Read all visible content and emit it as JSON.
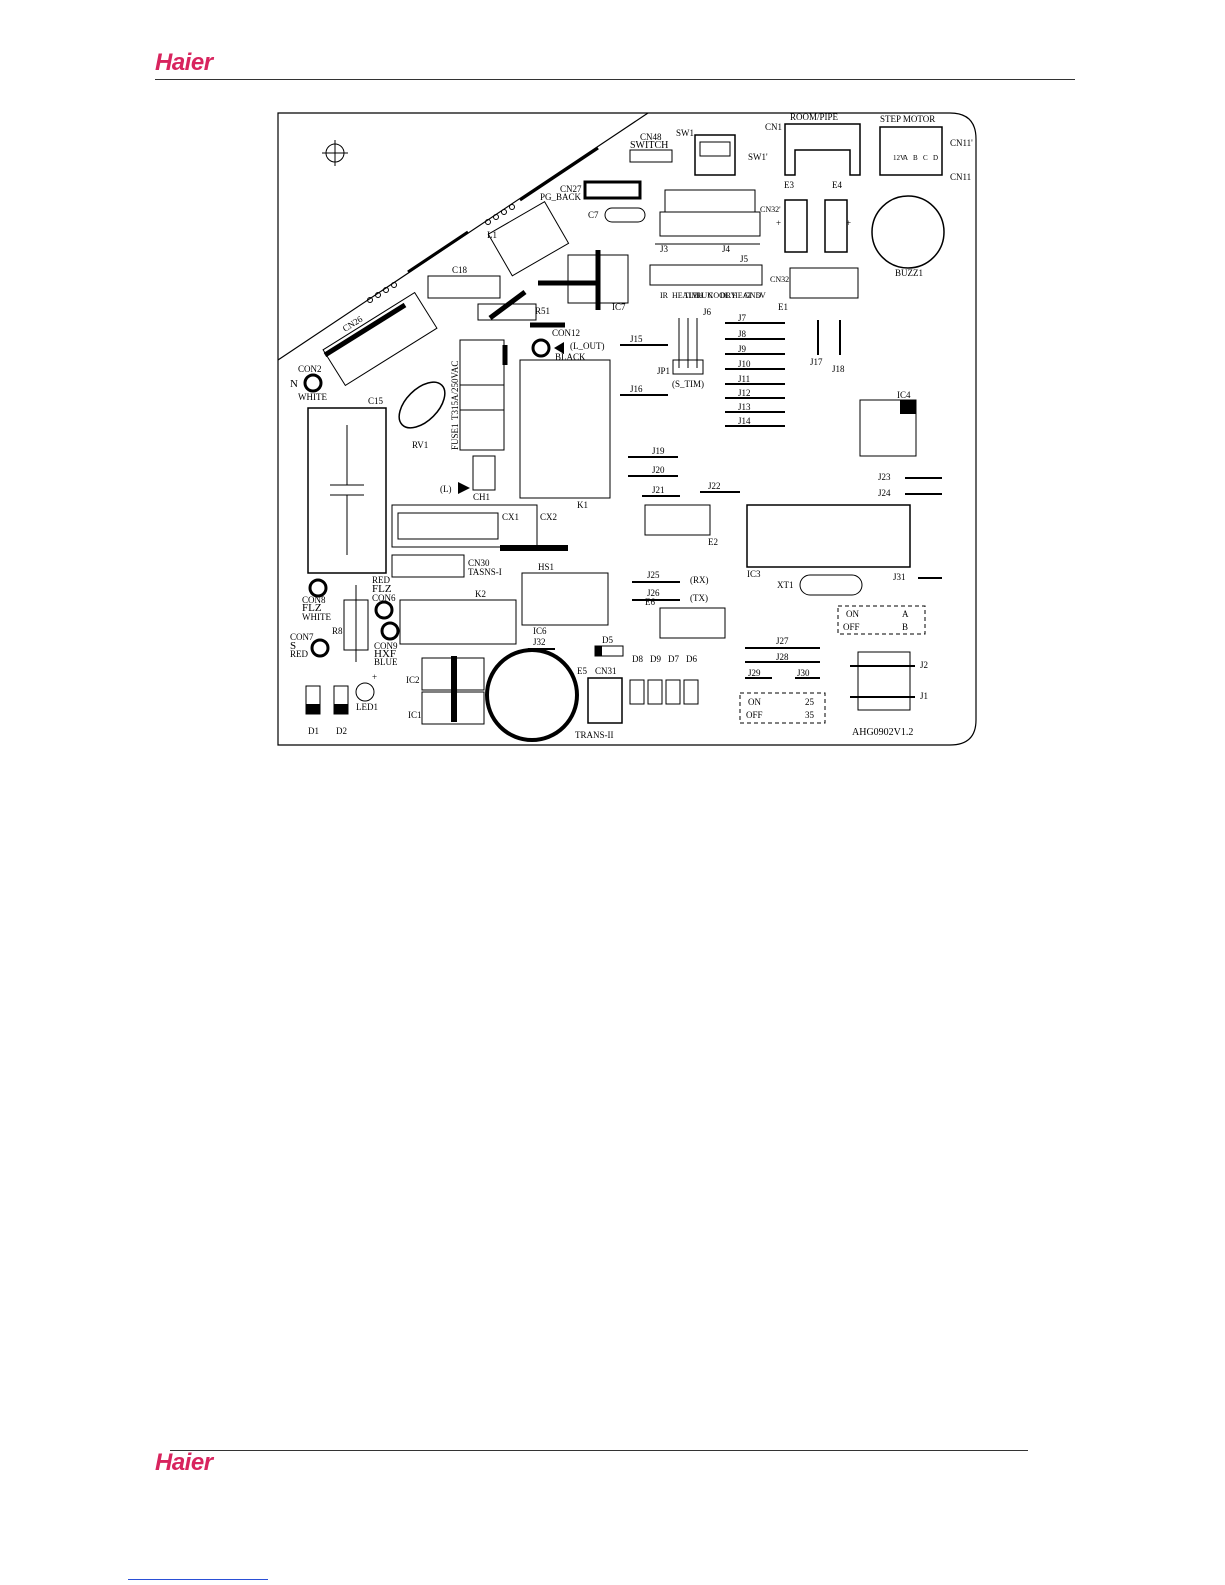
{
  "brand": {
    "logo_text": "Haier",
    "color": "#d8245e"
  },
  "board": {
    "version": "AHG0902V1.2",
    "labels": {
      "cn48": "CN48",
      "switch": "SWITCH",
      "sw1": "SW1",
      "sw1p": "SW1'",
      "cn1": "CN1",
      "room_pipe": "ROOM/PIPE",
      "step_motor": "STEP MOTOR",
      "cn11p": "CN11'",
      "cn11": "CN11",
      "e3": "E3",
      "e4": "E4",
      "cn27": "CN27",
      "pg_back": "PG_BACK",
      "c7": "C7",
      "l1": "L1",
      "cn32p": "CN32'",
      "cn32": "CN32",
      "j3": "J3",
      "j4": "J4",
      "j5": "J5",
      "buzz1": "BUZZ1",
      "c18": "C18",
      "ic7": "IC7",
      "r51": "R51",
      "e1": "E1",
      "ir": "IR",
      "health": "HEALTH",
      "tim": "TIM",
      "run": "RUN",
      "cool": "COOL",
      "dry": "DRY",
      "heat": "HEAT",
      "gnd": "GND",
      "v5": "5V",
      "j6": "J6",
      "cn26": "CN26",
      "con2": "CON2",
      "n": "N",
      "white": "WHITE",
      "con12": "CON12",
      "l_out": "(L_OUT)",
      "black": "BLACK",
      "j7": "J7",
      "j8": "J8",
      "j9": "J9",
      "j10": "J10",
      "j11": "J11",
      "j12": "J12",
      "j13": "J13",
      "j14": "J14",
      "j15": "J15",
      "j16": "J16",
      "j17": "J17",
      "j18": "J18",
      "jp1": "JP1",
      "s_tim": "(S_TIM)",
      "fuse": "T315A/250VAC",
      "fuse1": "FUSE1",
      "rv1": "RV1",
      "c15": "C15",
      "ic4": "IC4",
      "k1": "K1",
      "l": "(L)",
      "ch1": "CH1",
      "j19": "J19",
      "j20": "J20",
      "j21": "J21",
      "j22": "J22",
      "j23": "J23",
      "j24": "J24",
      "cx1": "CX1",
      "cx2": "CX2",
      "e2": "E2",
      "ic3": "IC3",
      "j31": "J31",
      "xt1": "XT1",
      "cn30": "CN30",
      "tasns1": "TASNS-I",
      "hs1": "HS1",
      "j25": "J25",
      "rx": "(RX)",
      "j26": "J26",
      "tx": "(TX)",
      "e6": "E6",
      "con8": "CON8",
      "flz1": "FLZ",
      "white2": "WHITE",
      "red": "RED",
      "flz2": "FLZ",
      "con6": "CON6",
      "k2": "K2",
      "r8": "R8",
      "con7": "CON7",
      "s": "S",
      "red2": "RED",
      "con9": "CON9",
      "hxf": "HXF",
      "blue": "BLUE",
      "ic6": "IC6",
      "j32": "J32",
      "d5": "D5",
      "j27": "J27",
      "j28": "J28",
      "j29": "J29",
      "j30": "J30",
      "on_a": "ON",
      "a": "A",
      "off_b": "OFF",
      "b": "B",
      "j2": "J2",
      "j1": "J1",
      "ic2": "IC2",
      "ic1": "IC1",
      "e5": "E5",
      "cn31": "CN31",
      "d8": "D8",
      "d9": "D9",
      "d7": "D7",
      "d6": "D6",
      "on_25": "ON",
      "v25": "25",
      "off_35": "OFF",
      "v35": "35",
      "led1": "LED1",
      "d1": "D1",
      "d2": "D2",
      "trans2": "TRANS-II",
      "plus": "+",
      "m12v": "12V",
      "ma": "A",
      "mb": "B",
      "mc": "C",
      "md": "D"
    }
  }
}
